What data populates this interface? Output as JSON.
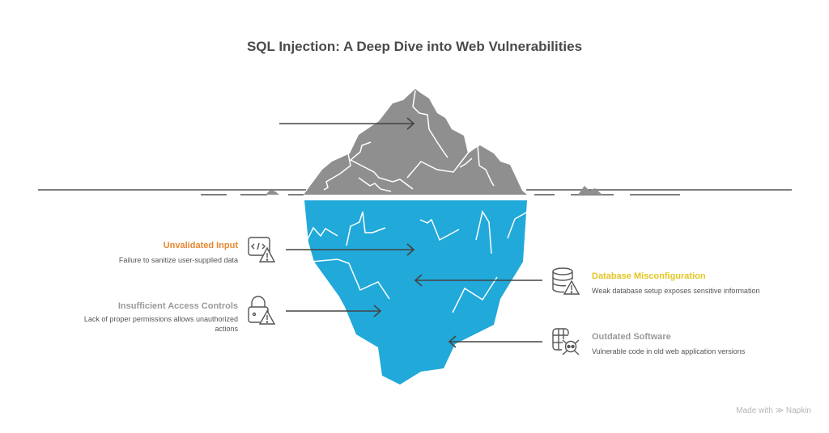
{
  "title": "SQL Injection: A Deep Dive into Web Vulnerabilities",
  "items": [
    {
      "title": "Unvalidated Input",
      "description": "Failure to sanitize user-supplied data",
      "color": "#e8872f",
      "icon": "code-warning-icon"
    },
    {
      "title": "Insufficient Access Controls",
      "description": "Lack of proper permissions allows unauthorized actions",
      "color": "#9a9a9a",
      "icon": "lock-warning-icon"
    },
    {
      "title": "Database Misconfiguration",
      "description": "Weak database setup exposes sensitive information",
      "color": "#e3c520",
      "icon": "database-warning-icon"
    },
    {
      "title": "Outdated Software",
      "description": "Vulnerable code in old web application versions",
      "color": "#9a9a9a",
      "icon": "globe-skull-icon"
    }
  ],
  "colors": {
    "iceberg_top": "#8f8f8f",
    "iceberg_bottom": "#21a9da",
    "line": "#444444"
  },
  "footer": {
    "made_with": "Made with",
    "brand": "Napkin"
  }
}
